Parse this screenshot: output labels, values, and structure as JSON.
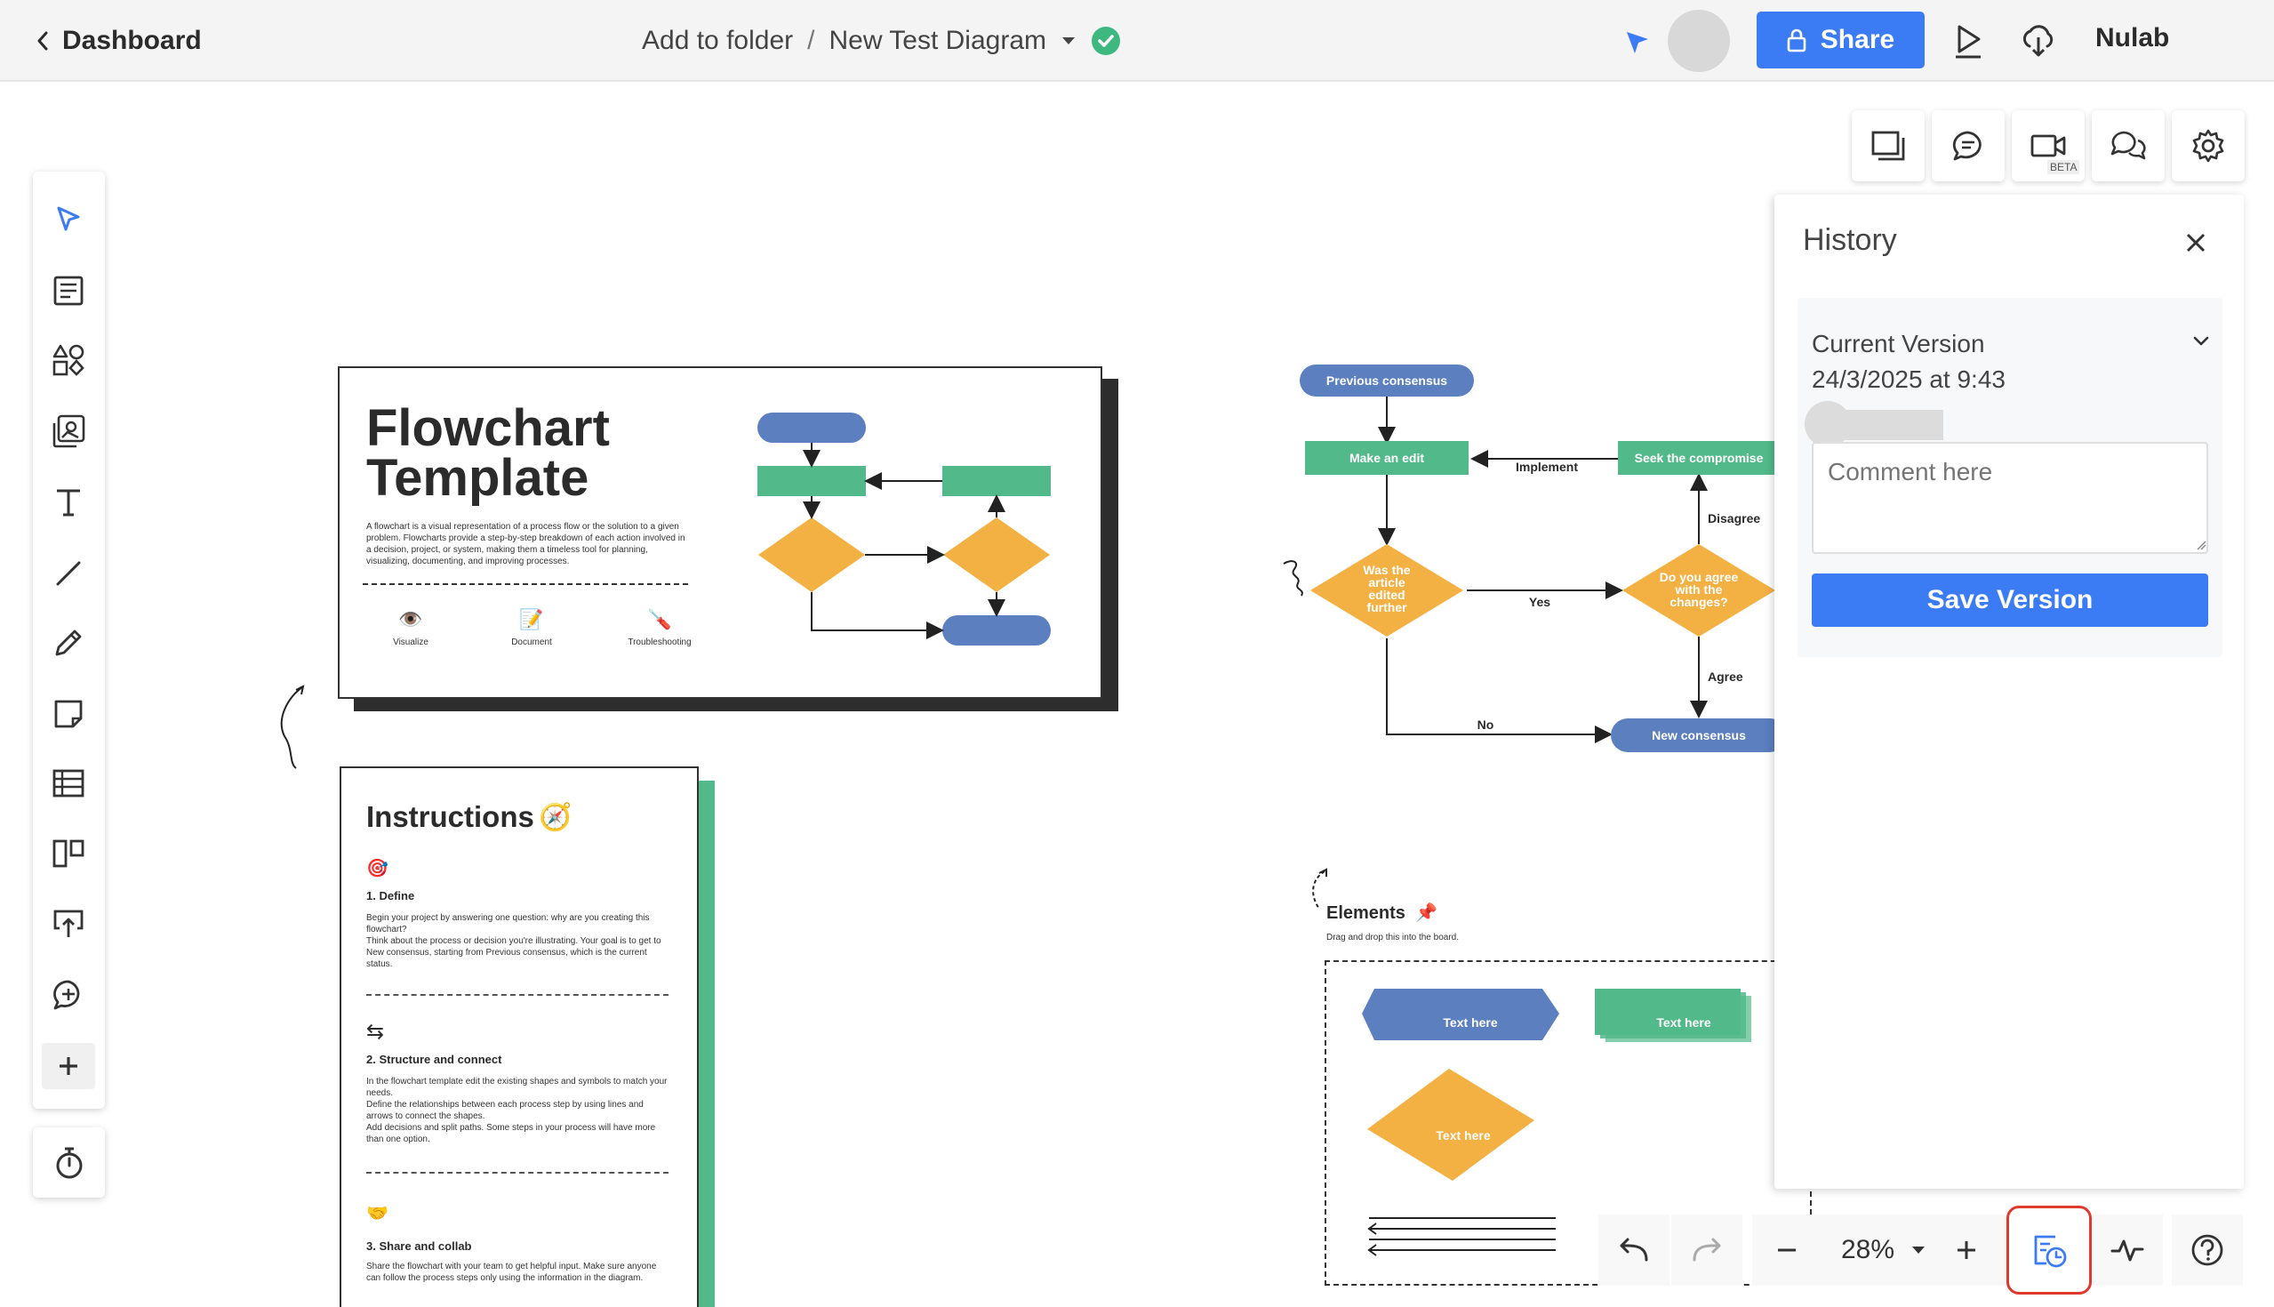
{
  "header": {
    "back_label": "Dashboard",
    "folder": "Add to folder",
    "separator": "/",
    "diagram_name": "New Test Diagram",
    "share_label": "Share",
    "user_name": "Nulab"
  },
  "right_tools": {
    "video_badge": "BETA"
  },
  "flowchart_template": {
    "title_line1": "Flowchart",
    "title_line2": "Template",
    "description": "A flowchart is a visual representation of a process flow or the solution to a given problem. Flowcharts provide a step-by-step breakdown of each action involved in a decision, project, or system, making them a timeless tool for planning, visualizing, documenting, and improving processes.",
    "icons": [
      {
        "glyph": "👁️",
        "label": "Visualize"
      },
      {
        "glyph": "📝",
        "label": "Document"
      },
      {
        "glyph": "🪛",
        "label": "Troubleshooting"
      }
    ]
  },
  "instructions": {
    "title": "Instructions",
    "title_icon": "🧭",
    "steps": [
      {
        "icon": "🎯",
        "heading": "1. Define",
        "body": "Begin your project by answering one question: why are you creating this flowchart?\nThink about the process or decision you're illustrating. Your goal is to get to New consensus, starting from Previous consensus, which is the current status."
      },
      {
        "icon": "⇆",
        "heading": "2. Structure and connect",
        "body": "In the flowchart template edit the existing shapes and symbols to match your needs.\nDefine the relationships between each process step by using lines and arrows to connect the shapes.\nAdd decisions and split paths. Some steps in your process will have more than one option."
      },
      {
        "icon": "🤝",
        "heading": "3. Share and collab",
        "body": "Share the flowchart with your team to get helpful input. Make sure anyone can follow the process steps only using the information in the diagram."
      }
    ]
  },
  "consensus_flow": {
    "previous": "Previous consensus",
    "make_edit": "Make an edit",
    "implement": "Implement",
    "seek": "Seek the compromise",
    "disagree": "Disagree",
    "decision1_l1": "Was the",
    "decision1_l2": "article",
    "decision1_l3": "edited",
    "decision1_l4": "further",
    "yes": "Yes",
    "decision2_l1": "Do you agree",
    "decision2_l2": "with the",
    "decision2_l3": "changes?",
    "agree": "Agree",
    "no": "No",
    "new": "New consensus"
  },
  "elements": {
    "title": "Elements",
    "pin": "📌",
    "subtitle": "Drag and drop this into the board.",
    "shape1": "Text here",
    "shape2": "Text here",
    "shape3": "Text here"
  },
  "history": {
    "title": "History",
    "version_label": "Current Version",
    "date": "24/3/2025 at 9:43",
    "comment_placeholder": "Comment here",
    "save_label": "Save Version"
  },
  "bottom": {
    "zoom": "28%"
  },
  "colors": {
    "accent": "#3b7cf5",
    "blue_shape": "#5b7fbf",
    "green_shape": "#52b98a",
    "orange_shape": "#f3b043",
    "highlight": "#e03a2f",
    "saved_check": "#3fb87f"
  }
}
